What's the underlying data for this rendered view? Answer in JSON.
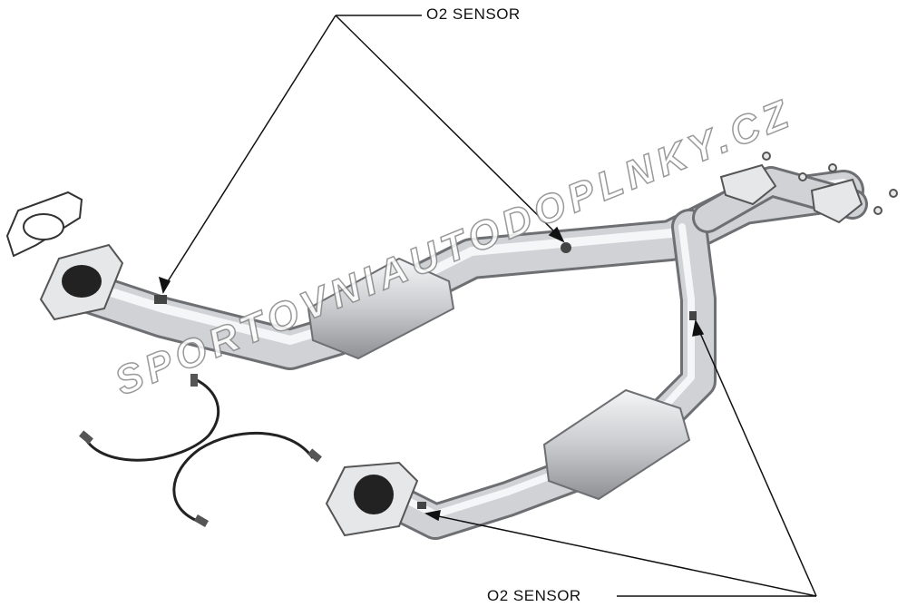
{
  "diagram": {
    "labels": {
      "top": "O2 SENSOR",
      "bottom": "O2 SENSOR"
    },
    "watermark": "SPORTOVNIAUTODOPLNKY.CZ",
    "colors": {
      "pipe": "#c9cbce",
      "pipe_highlight": "#f2f3f4",
      "outline": "#6d6f72",
      "wire": "#222222"
    }
  }
}
